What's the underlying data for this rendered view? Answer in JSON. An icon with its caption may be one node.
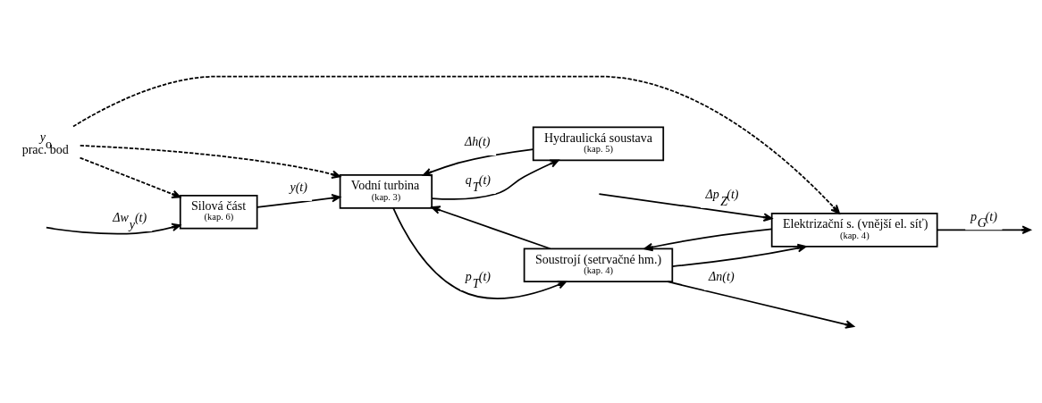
{
  "diagram": {
    "nodes": [
      {
        "text": [
          "Silová část",
          "(kap. 6)"
        ]
      },
      {
        "text": [
          "Hydraulická soustava",
          "(kap. 5)"
        ]
      },
      {
        "text": [
          "Vodní turbina",
          "(kap. 3)"
        ]
      },
      {
        "text": [
          "Elektrizační s. (vnější el. síť)",
          "(kap. 4)"
        ]
      },
      {
        "text": [
          "Soustrojí (setrvačné hm.)",
          "(kap. 4)"
        ]
      },
      {
        "text": [
          "*y*$_{o}$",
          "prac. bod"
        ]
      }
    ],
    "edges": [
      {
        "from": null,
        "to": 0,
        "arrow": "to",
        "label": "Δw$_{y}$(t)"
      },
      {
        "from": 0,
        "to": 2,
        "arrow": "to",
        "label": "y(t)"
      },
      {
        "from": 1,
        "to": 2,
        "arrow": "to",
        "label": "Δh(t)"
      },
      {
        "from": 2,
        "to": 1,
        "arrow": "to",
        "label": "q$_{T}$(t)"
      },
      {
        "from": 2,
        "to": 4,
        "arrow": "to",
        "label": "p$_{T}$(t)"
      },
      {
        "from": 4,
        "to": 2,
        "arrow": "to"
      },
      {
        "from": null,
        "to": 3,
        "arrow": "to",
        "label": "Δp$_{Z}$(t)"
      },
      {
        "from": 3,
        "to": 4,
        "arrow": "to"
      },
      {
        "from": 3,
        "to": null,
        "arrow": "to",
        "label": "p$_{G}$(t)"
      },
      {
        "from": 4,
        "to": 3,
        "arrow": "to"
      },
      {
        "from": 4,
        "to": null,
        "arrow": "to",
        "label": "Δn(t)"
      },
      {
        "from": 5,
        "to": 0,
        "arrow": "to",
        "style": "dashed"
      },
      {
        "from": 5,
        "to": 2,
        "arrow": "to",
        "style": "dashed"
      },
      {
        "from": 5,
        "to": 3,
        "arrow": "to",
        "style": "dashed"
      }
    ]
  }
}
